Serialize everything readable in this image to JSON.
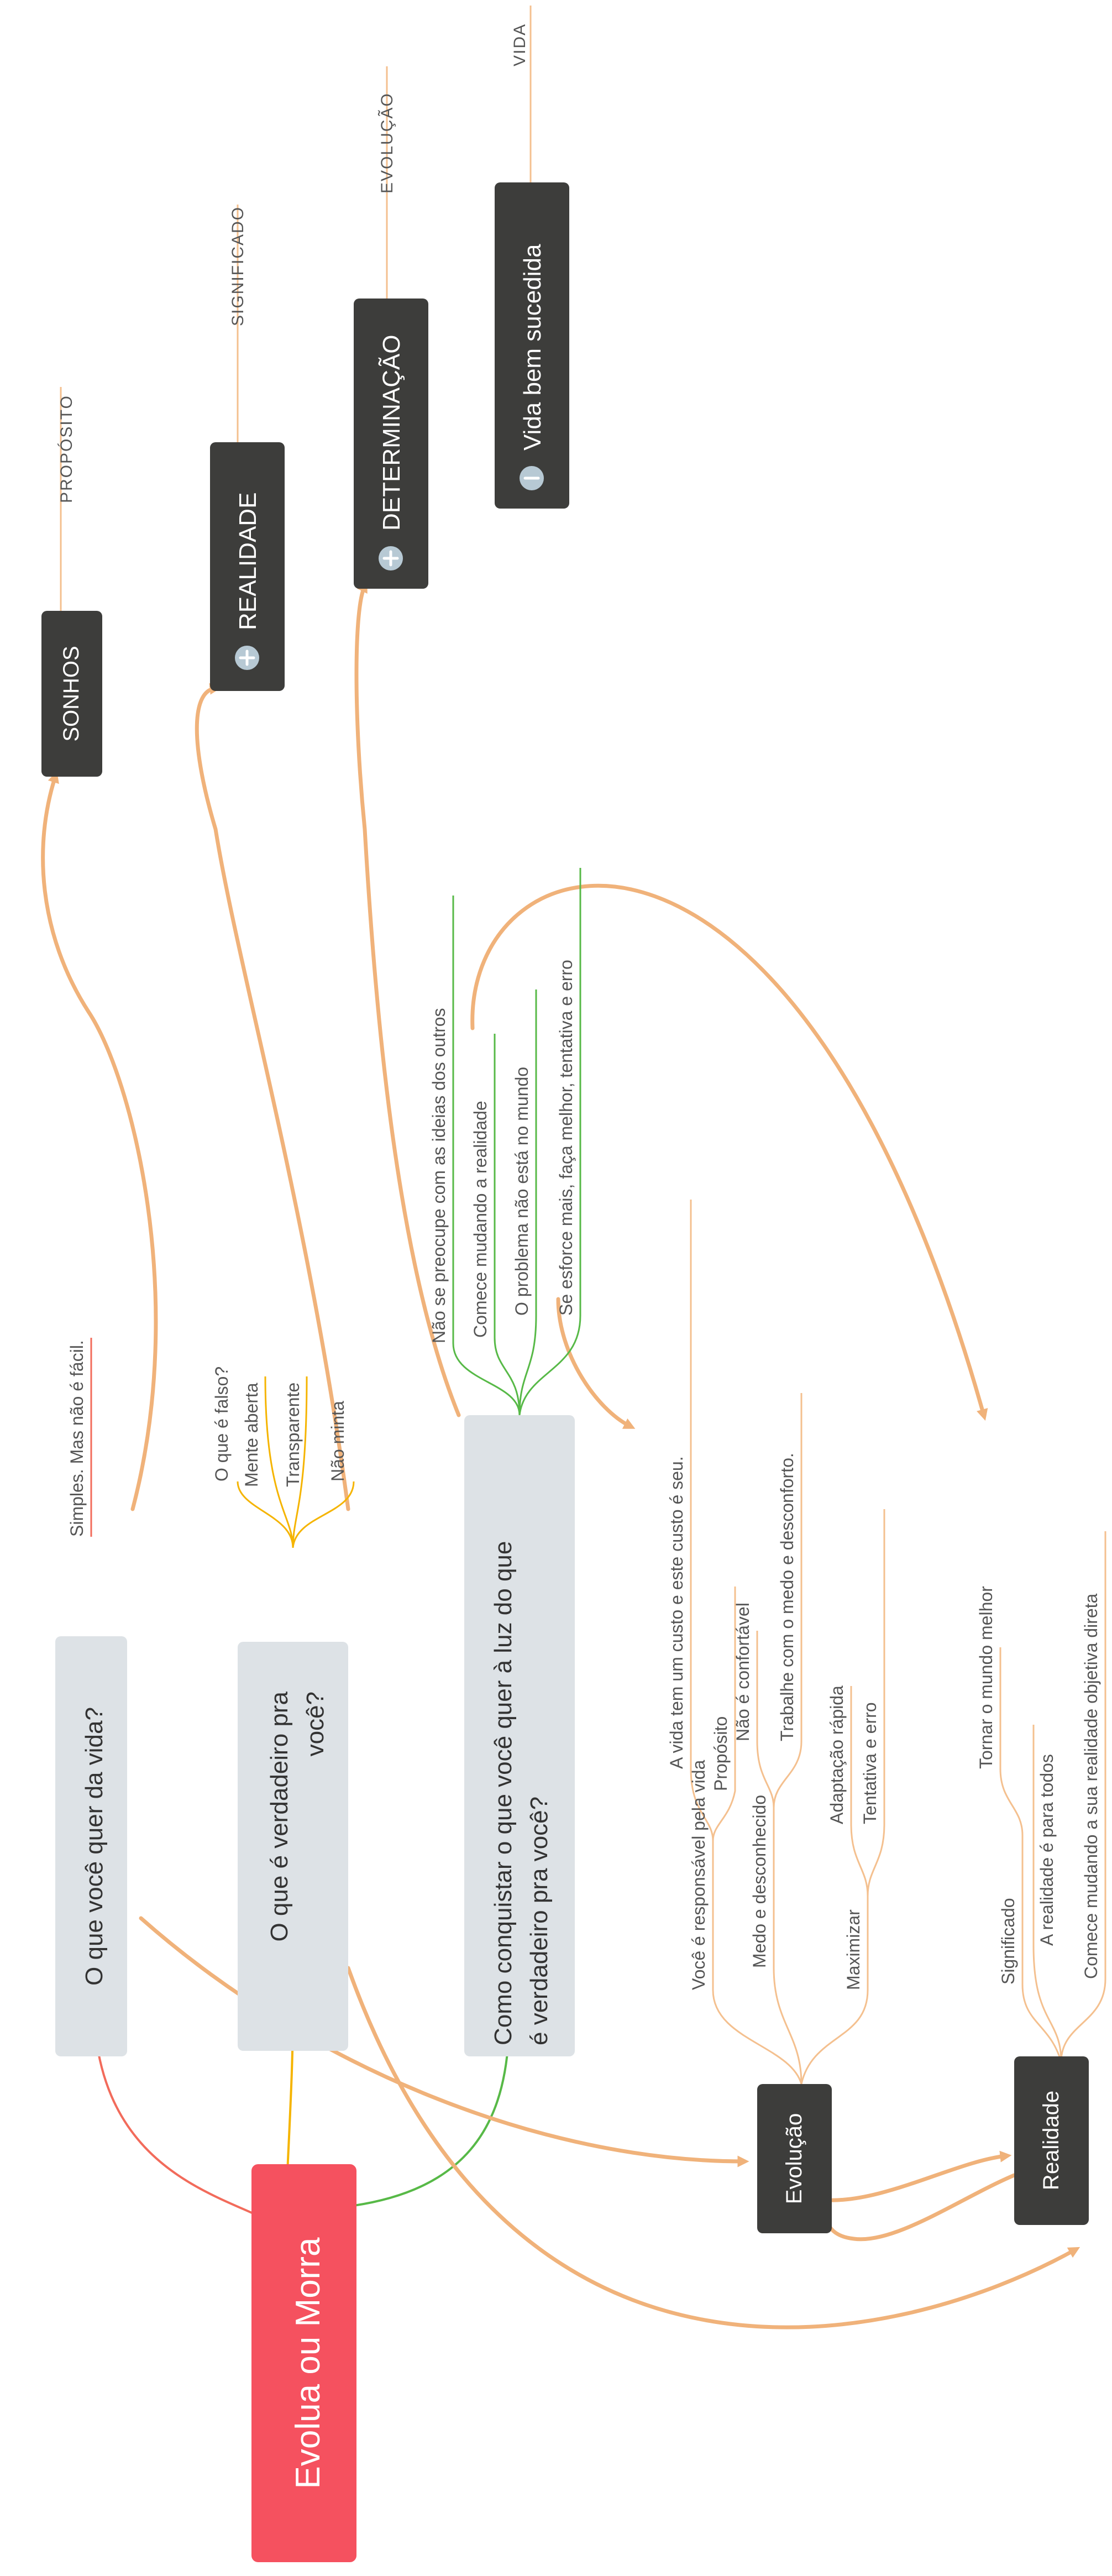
{
  "colors": {
    "root": "#f5515f",
    "dark_node": "#3d3d3b",
    "question_node": "#dde2e6",
    "red_branch": "#f26b5b",
    "yellow_branch": "#f5b400",
    "green_branch": "#57b947",
    "orange_connector": "#f0b27a",
    "orange_stem": "#f4c08f"
  },
  "root": {
    "label": "Evolua ou Morra"
  },
  "questions": {
    "q1": {
      "label": "O que você quer da vida?"
    },
    "q2": {
      "line1": "O que é verdadeiro pra",
      "line2": "você?"
    },
    "q3": {
      "line1": "Como conquistar o que você quer à luz do que",
      "line2": "é verdadeiro pra você?"
    }
  },
  "q1_children": {
    "c1": "Simples. Mas não é fácil."
  },
  "q2_children": {
    "c1": "O que é falso?",
    "c2": "Mente aberta",
    "c3": "Transparente",
    "c4": "Não minta"
  },
  "q3_children": {
    "c1": "Não se preocupe com as ideias dos outros",
    "c2": "Comece mudando a realidade",
    "c3": "O problema não está no mundo",
    "c4": "Se esforce mais, faça melhor, tentativa e erro"
  },
  "evolucao": {
    "label": "Evolução",
    "c1": "Você é responsável pela vida",
    "c1a": "A vida tem um custo e este custo é seu.",
    "c1b": "Propósito",
    "c2": "Medo e desconhecido",
    "c2a": "Não é confortável",
    "c2b": "Trabalhe com o medo e desconforto.",
    "c3": "Maximizar",
    "c3a": "Adaptação rápida",
    "c3b": "Tentativa e erro"
  },
  "realidade_node": {
    "label": "Realidade",
    "c1": "Significado",
    "c1a": "Tornar o mundo melhor",
    "c2": "A realidade é para todos",
    "c3": "Comece mudando a sua realidade objetiva direta"
  },
  "pillars": {
    "sonhos": {
      "label": "SONHOS",
      "tag": "PROPÓSITO"
    },
    "realidade": {
      "label": "REALIDADE",
      "tag": "SIGNIFICADO",
      "icon": "plus-icon"
    },
    "determinacao": {
      "label": "DETERMINAÇÃO",
      "tag": "EVOLUÇÃO",
      "icon": "plus-icon"
    },
    "vida": {
      "label": "Vida bem sucedida",
      "tag": "VIDA",
      "icon": "minus-icon"
    }
  }
}
